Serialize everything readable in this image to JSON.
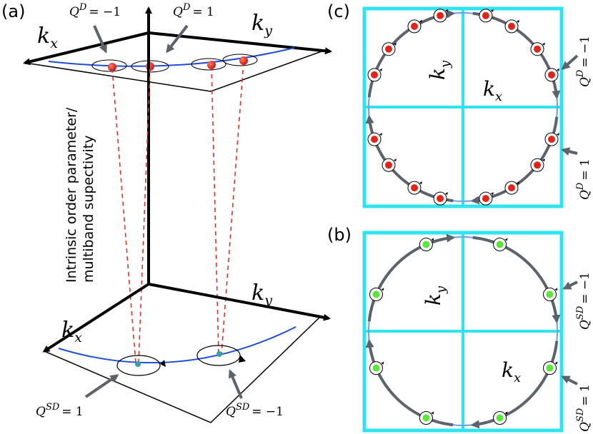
{
  "panel_labels": {
    "a": "(a)",
    "b": "(b)",
    "c": "(c)"
  },
  "vertical_axis_label": {
    "line1": "Intrinsic order parameter/",
    "line2": "multiband supectivity"
  },
  "axes": {
    "kx_base": "k",
    "kx_sub": "x",
    "ky_base": "k",
    "ky_sub": "y"
  },
  "charges": {
    "q_d": "Q",
    "q_d_sup": "D",
    "q_sd": "Q",
    "q_sd_sup": "SD",
    "minus_one": "= −1",
    "plus_one": "= 1"
  },
  "colors": {
    "frame": "#2ee5ef",
    "fermi_blue": "#1f4fd6",
    "circle_light": "#6f9fe0",
    "arrow_gray": "#5c636b",
    "red_point": "#e3231a",
    "green_point": "#5ae63c",
    "guide_dash": "#e0302a"
  }
}
